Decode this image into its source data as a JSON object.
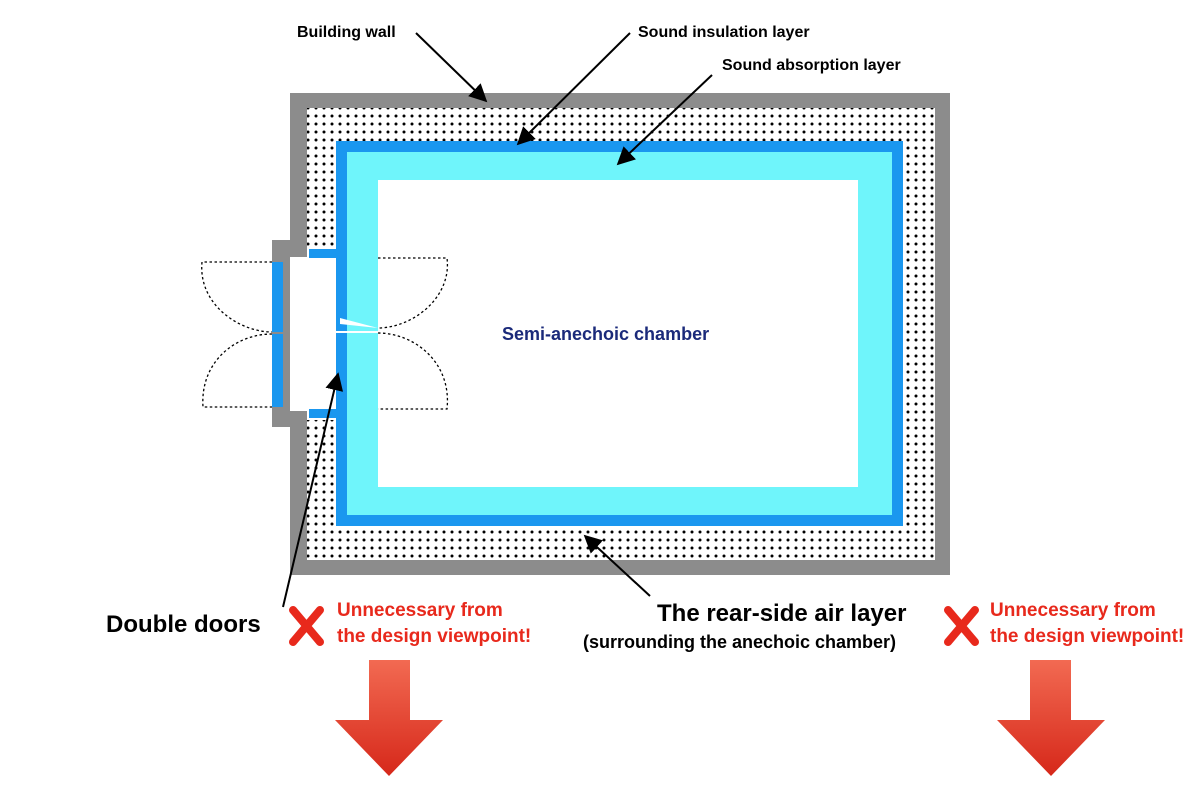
{
  "labels": {
    "building_wall": "Building wall",
    "sound_insulation": "Sound insulation layer",
    "sound_absorption": "Sound absorption layer",
    "chamber": "Semi-anechoic chamber",
    "double_doors": "Double doors",
    "rear_air_main": "The rear-side air layer",
    "rear_air_sub": "(surrounding the anechoic chamber)"
  },
  "notes": {
    "left": {
      "line1": "Unnecessary from",
      "line2": "the design viewpoint!"
    },
    "right": {
      "line1": "Unnecessary from",
      "line2": "the design viewpoint!"
    }
  },
  "colors": {
    "wall": "#8c8c8c",
    "insulation": "#1a97ef",
    "absorption": "#6ff5fb",
    "chamber_text": "#1b2a7a",
    "note_red": "#e8291c",
    "arrow_top": "#f26a52",
    "arrow_bottom": "#d6281a"
  }
}
